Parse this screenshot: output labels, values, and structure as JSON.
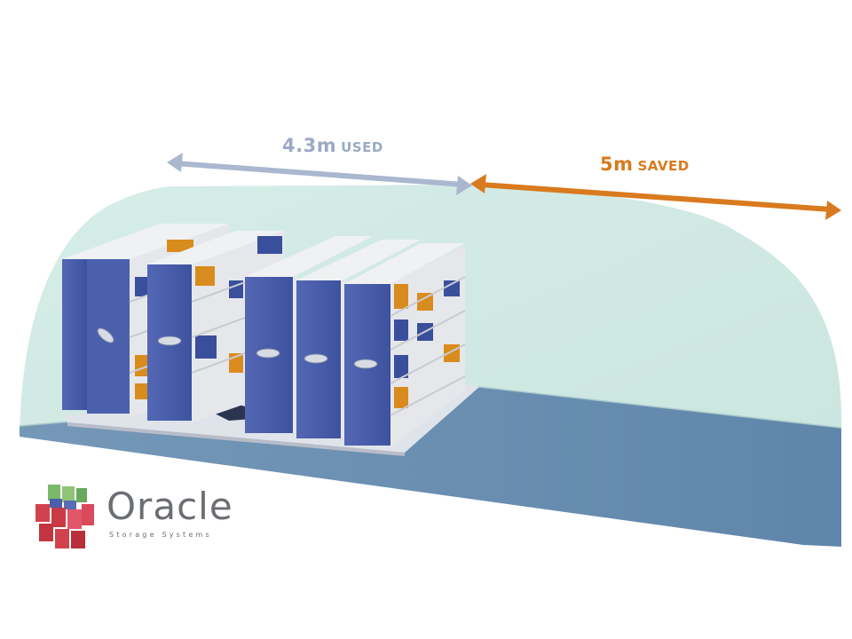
{
  "dimensions": {
    "used": {
      "value": "4.3m",
      "word": "USED"
    },
    "saved": {
      "value": "5m",
      "word": "SAVED"
    }
  },
  "logo": {
    "name": "Oracle",
    "tagline": "Storage Systems"
  },
  "colors": {
    "used_arrow": "#a9b7cf",
    "saved_arrow": "#d97a1e",
    "wall": "#d3ebe5",
    "floor": "#6a8fb0",
    "cabinet_panel": "#4a5fab",
    "cabinet_frame": "#ececef",
    "box_orange": "#d98c1e",
    "box_blue": "#3a4f9c"
  }
}
